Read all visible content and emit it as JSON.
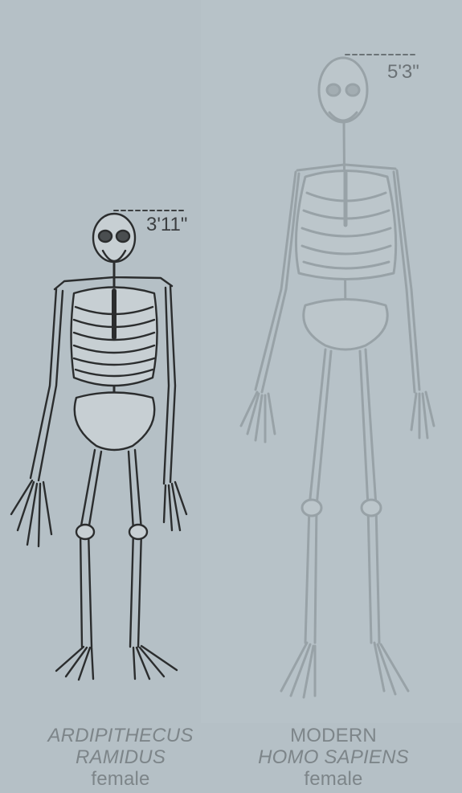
{
  "background_color": "#b5c0c6",
  "specimens": [
    {
      "id": "ardipithecus",
      "height_label": "3'11\"",
      "name_line1": "ARDIPITHECUS",
      "name_line2": "RAMIDUS",
      "sex": "female",
      "stroke_color": "#2b2d2e"
    },
    {
      "id": "homo",
      "height_label": "5'3\"",
      "name_line1": "MODERN",
      "name_line2": "HOMO SAPIENS",
      "sex": "female",
      "stroke_color": "#98a2a7"
    }
  ]
}
